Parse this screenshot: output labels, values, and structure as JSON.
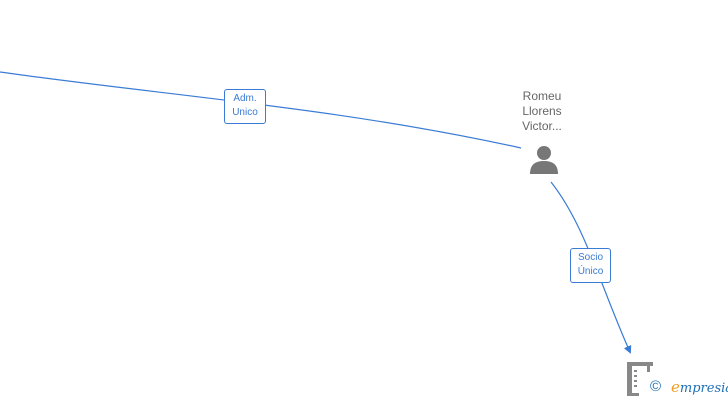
{
  "diagram": {
    "edges": [
      {
        "id": "edge-adm-unico",
        "label": [
          "Adm.",
          "Unico"
        ]
      },
      {
        "id": "edge-socio-unico",
        "label": [
          "Socio",
          "Único"
        ]
      }
    ],
    "nodes": [
      {
        "id": "person-romeu",
        "type": "person",
        "name": [
          "Romeu",
          "Llorens",
          "Victor..."
        ]
      },
      {
        "id": "company-node",
        "type": "company"
      }
    ],
    "colors": {
      "edge": "#3a7bd5",
      "label_text": "#3a7bd5",
      "node_text": "#666666",
      "icon": "#777777"
    }
  },
  "watermark": {
    "copyright_symbol": "©",
    "brand_initial": "e",
    "brand_rest": "mpresia"
  }
}
